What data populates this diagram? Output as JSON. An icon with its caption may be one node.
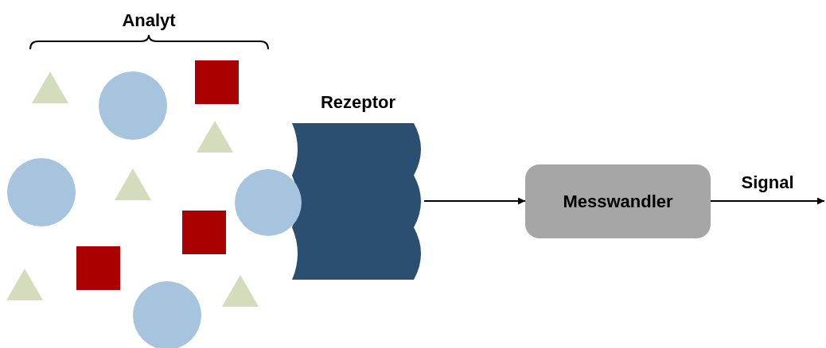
{
  "diagram": {
    "nodes": [
      {
        "text": [
          "Rezeptor"
        ]
      },
      {
        "text": [
          "Messwandler"
        ]
      }
    ],
    "edges": [
      {
        "from": 0,
        "to": 1,
        "arrow": "to"
      },
      {
        "from": 1,
        "to": null,
        "arrow": "to",
        "label": "Signal"
      }
    ],
    "labels": [
      "Analyt"
    ]
  }
}
